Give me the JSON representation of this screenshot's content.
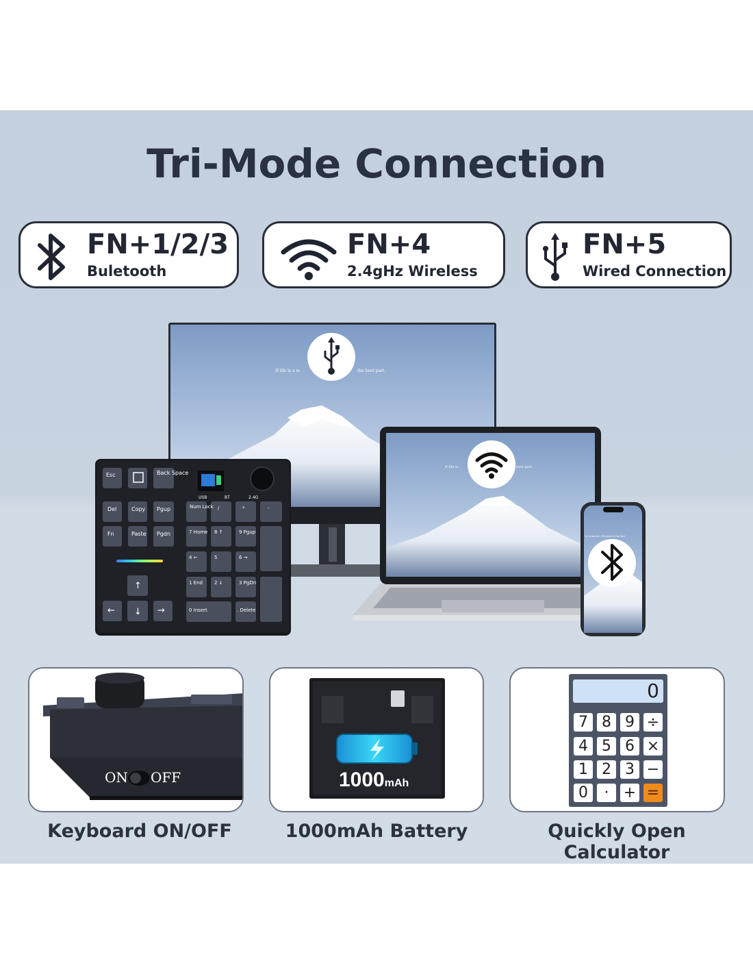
{
  "title": "Tri-Mode Connection",
  "modes": [
    {
      "keys": "FN+1/2/3",
      "label": "Buletooth",
      "icon": "bluetooth-icon"
    },
    {
      "keys": "FN+4",
      "label": "2.4gHz Wireless",
      "icon": "wifi-icon"
    },
    {
      "keys": "FN+5",
      "label": "Wired Connection",
      "icon": "usb-icon"
    }
  ],
  "screen_text": {
    "monitor": "If life is a movie, Oh you're the best part.",
    "monitor_left": "If life is a m",
    "monitor_right": "the best part.",
    "laptop_left": "If life is",
    "laptop_right": "best part.",
    "phone": "is a movie. Oh you're the bes"
  },
  "keyboard": {
    "leds": [
      "USB",
      "BT",
      "2.4G"
    ],
    "keys_left": [
      "Esc",
      "",
      "Back Space",
      "Del",
      "Copy",
      "Pgup",
      "Fn",
      "Paste",
      "Pgdn"
    ],
    "numpad": [
      "Num Lock",
      "/",
      "*",
      "-",
      "7 Home",
      "8 ↑",
      "9 Pgup",
      "4 ←",
      "5",
      "6 →",
      "1 End",
      "2 ↓",
      "3 PgDn",
      "0 Insert",
      ". Delete"
    ],
    "arrows": [
      "↑",
      "←",
      "↓",
      "→"
    ]
  },
  "features": [
    {
      "caption": "Keyboard ON/OFF",
      "switch_on": "ON",
      "switch_off": "OFF"
    },
    {
      "caption": "1000mAh Battery",
      "capacity_big": "1000",
      "capacity_unit": "mAh"
    },
    {
      "caption": "Quickly Open Calculator",
      "display": "0",
      "keys": [
        "7",
        "8",
        "9",
        "÷",
        "4",
        "5",
        "6",
        "×",
        "1",
        "2",
        "3",
        "−",
        "0",
        "·",
        "+",
        "="
      ]
    }
  ],
  "colors": {
    "panel": "#c6d1df",
    "title": "#2a3142",
    "accent_orange": "#f08a1c",
    "battery": "#1fb0e0"
  }
}
